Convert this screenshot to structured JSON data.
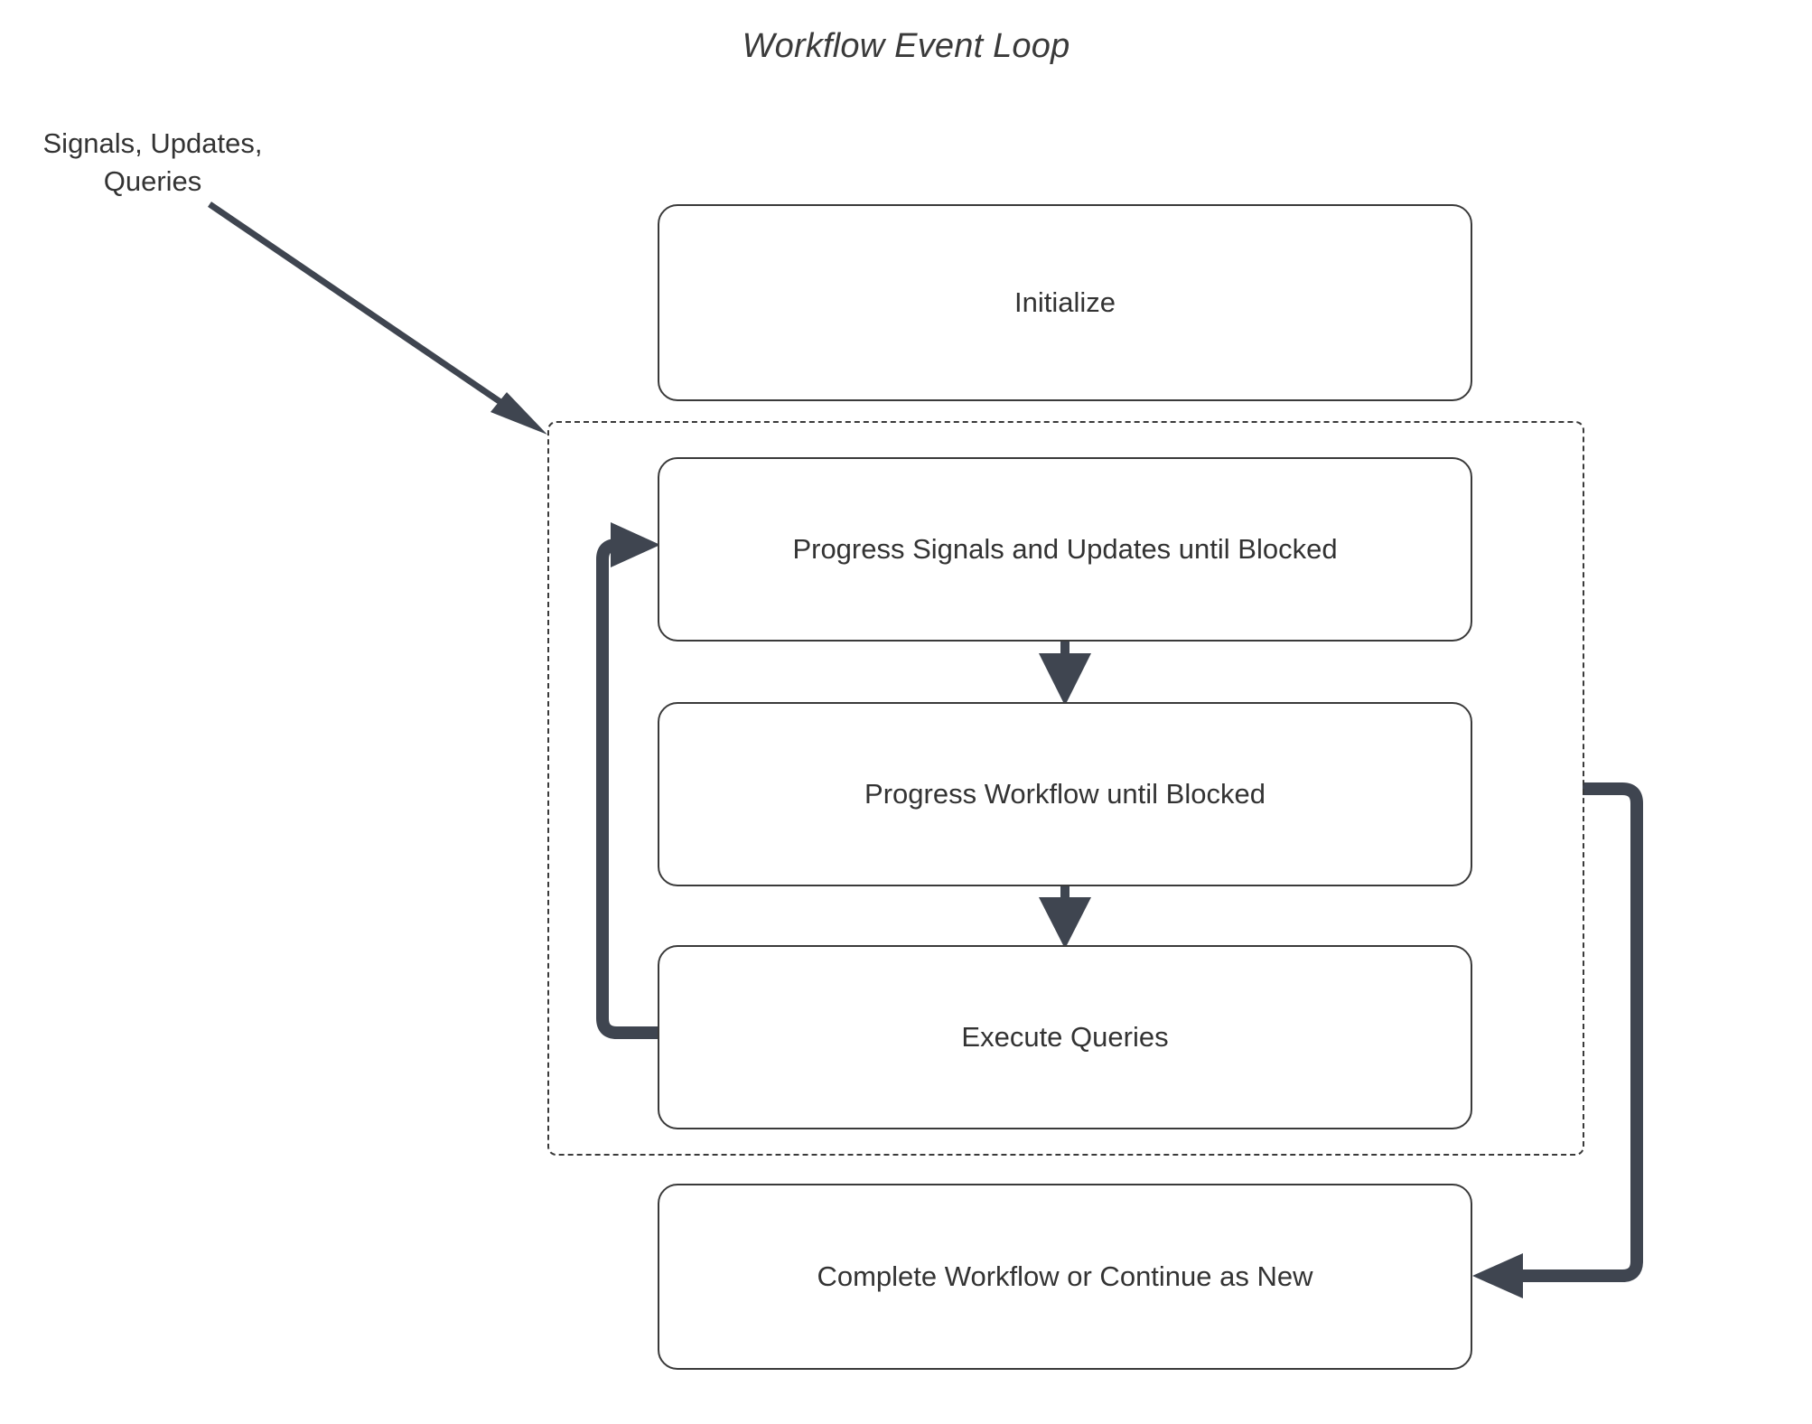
{
  "title": "Workflow Event Loop",
  "external_input": {
    "label": "Signals, Updates,\nQueries"
  },
  "nodes": [
    {
      "id": "initialize",
      "label": "Initialize"
    },
    {
      "id": "progress-signals",
      "label": "Progress Signals and Updates until Blocked"
    },
    {
      "id": "progress-workflow",
      "label": "Progress Workflow until Blocked"
    },
    {
      "id": "execute-queries",
      "label": "Execute Queries"
    },
    {
      "id": "complete-workflow",
      "label": "Complete Workflow or Continue as New"
    }
  ],
  "loop_container": {
    "name": "event-loop-group",
    "style": "dashed"
  },
  "connectors": [
    {
      "id": "external-to-loop",
      "from": "Signals, Updates, Queries",
      "to": "event-loop-group",
      "arrow": true
    },
    {
      "id": "signals-to-workflow",
      "from": "progress-signals",
      "to": "progress-workflow",
      "arrow": true
    },
    {
      "id": "workflow-to-queries",
      "from": "progress-workflow",
      "to": "execute-queries",
      "arrow": true
    },
    {
      "id": "queries-back-to-signals",
      "from": "execute-queries",
      "to": "progress-signals",
      "arrow": true
    },
    {
      "id": "loop-to-complete",
      "from": "event-loop-group",
      "to": "complete-workflow",
      "arrow": true
    }
  ],
  "colors": {
    "connector": "#3f4550",
    "node_border": "#3a3a3a",
    "text": "#333333",
    "background": "#ffffff"
  }
}
